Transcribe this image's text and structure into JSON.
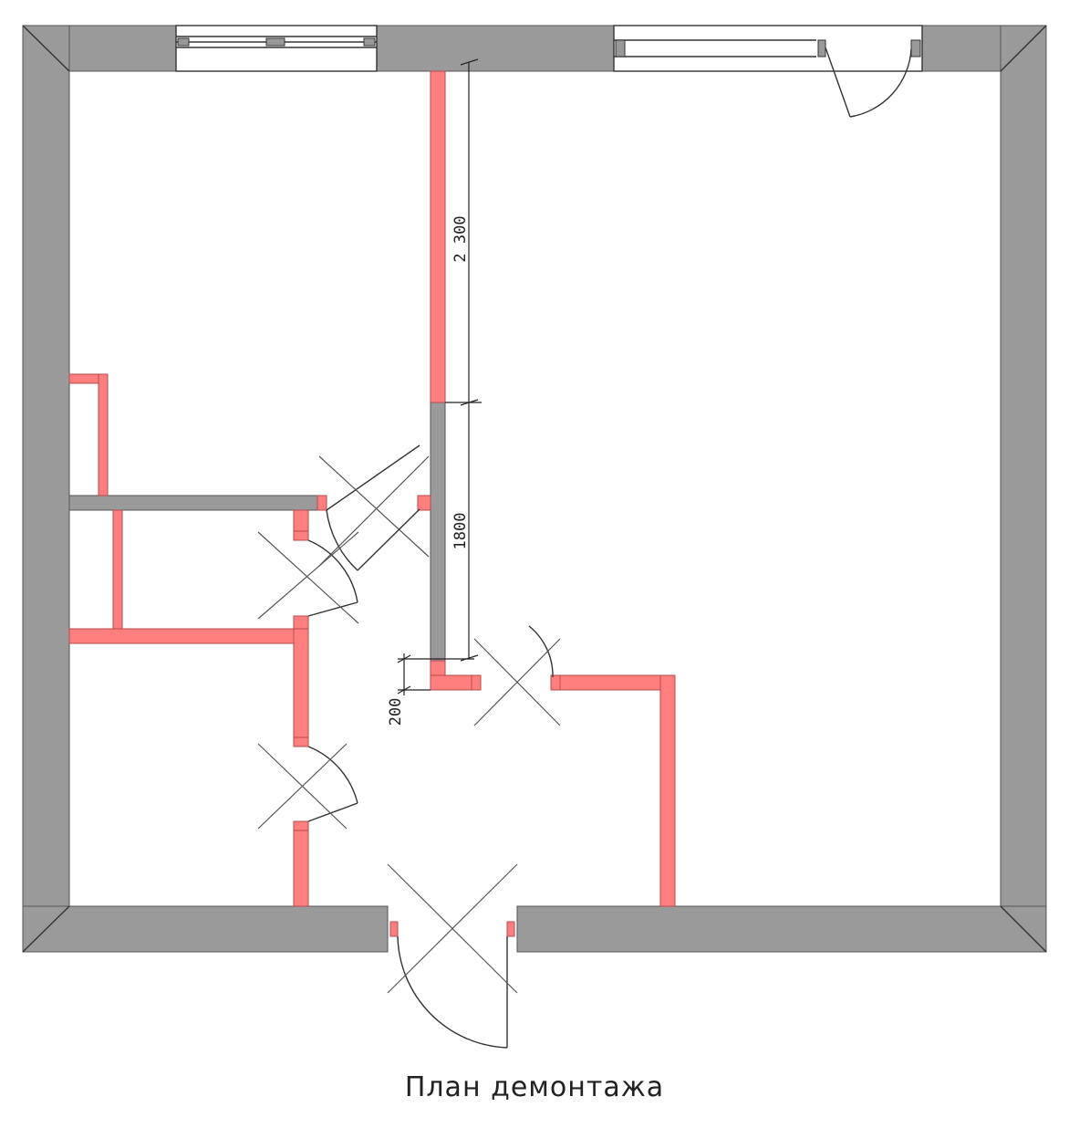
{
  "caption": "План демонтажа",
  "dimensions": {
    "upper": "2 300",
    "middle": "1800",
    "lower": "200"
  },
  "colors": {
    "existing_wall": "#9a9a9a",
    "demolished_wall": "#ff7f7f"
  }
}
